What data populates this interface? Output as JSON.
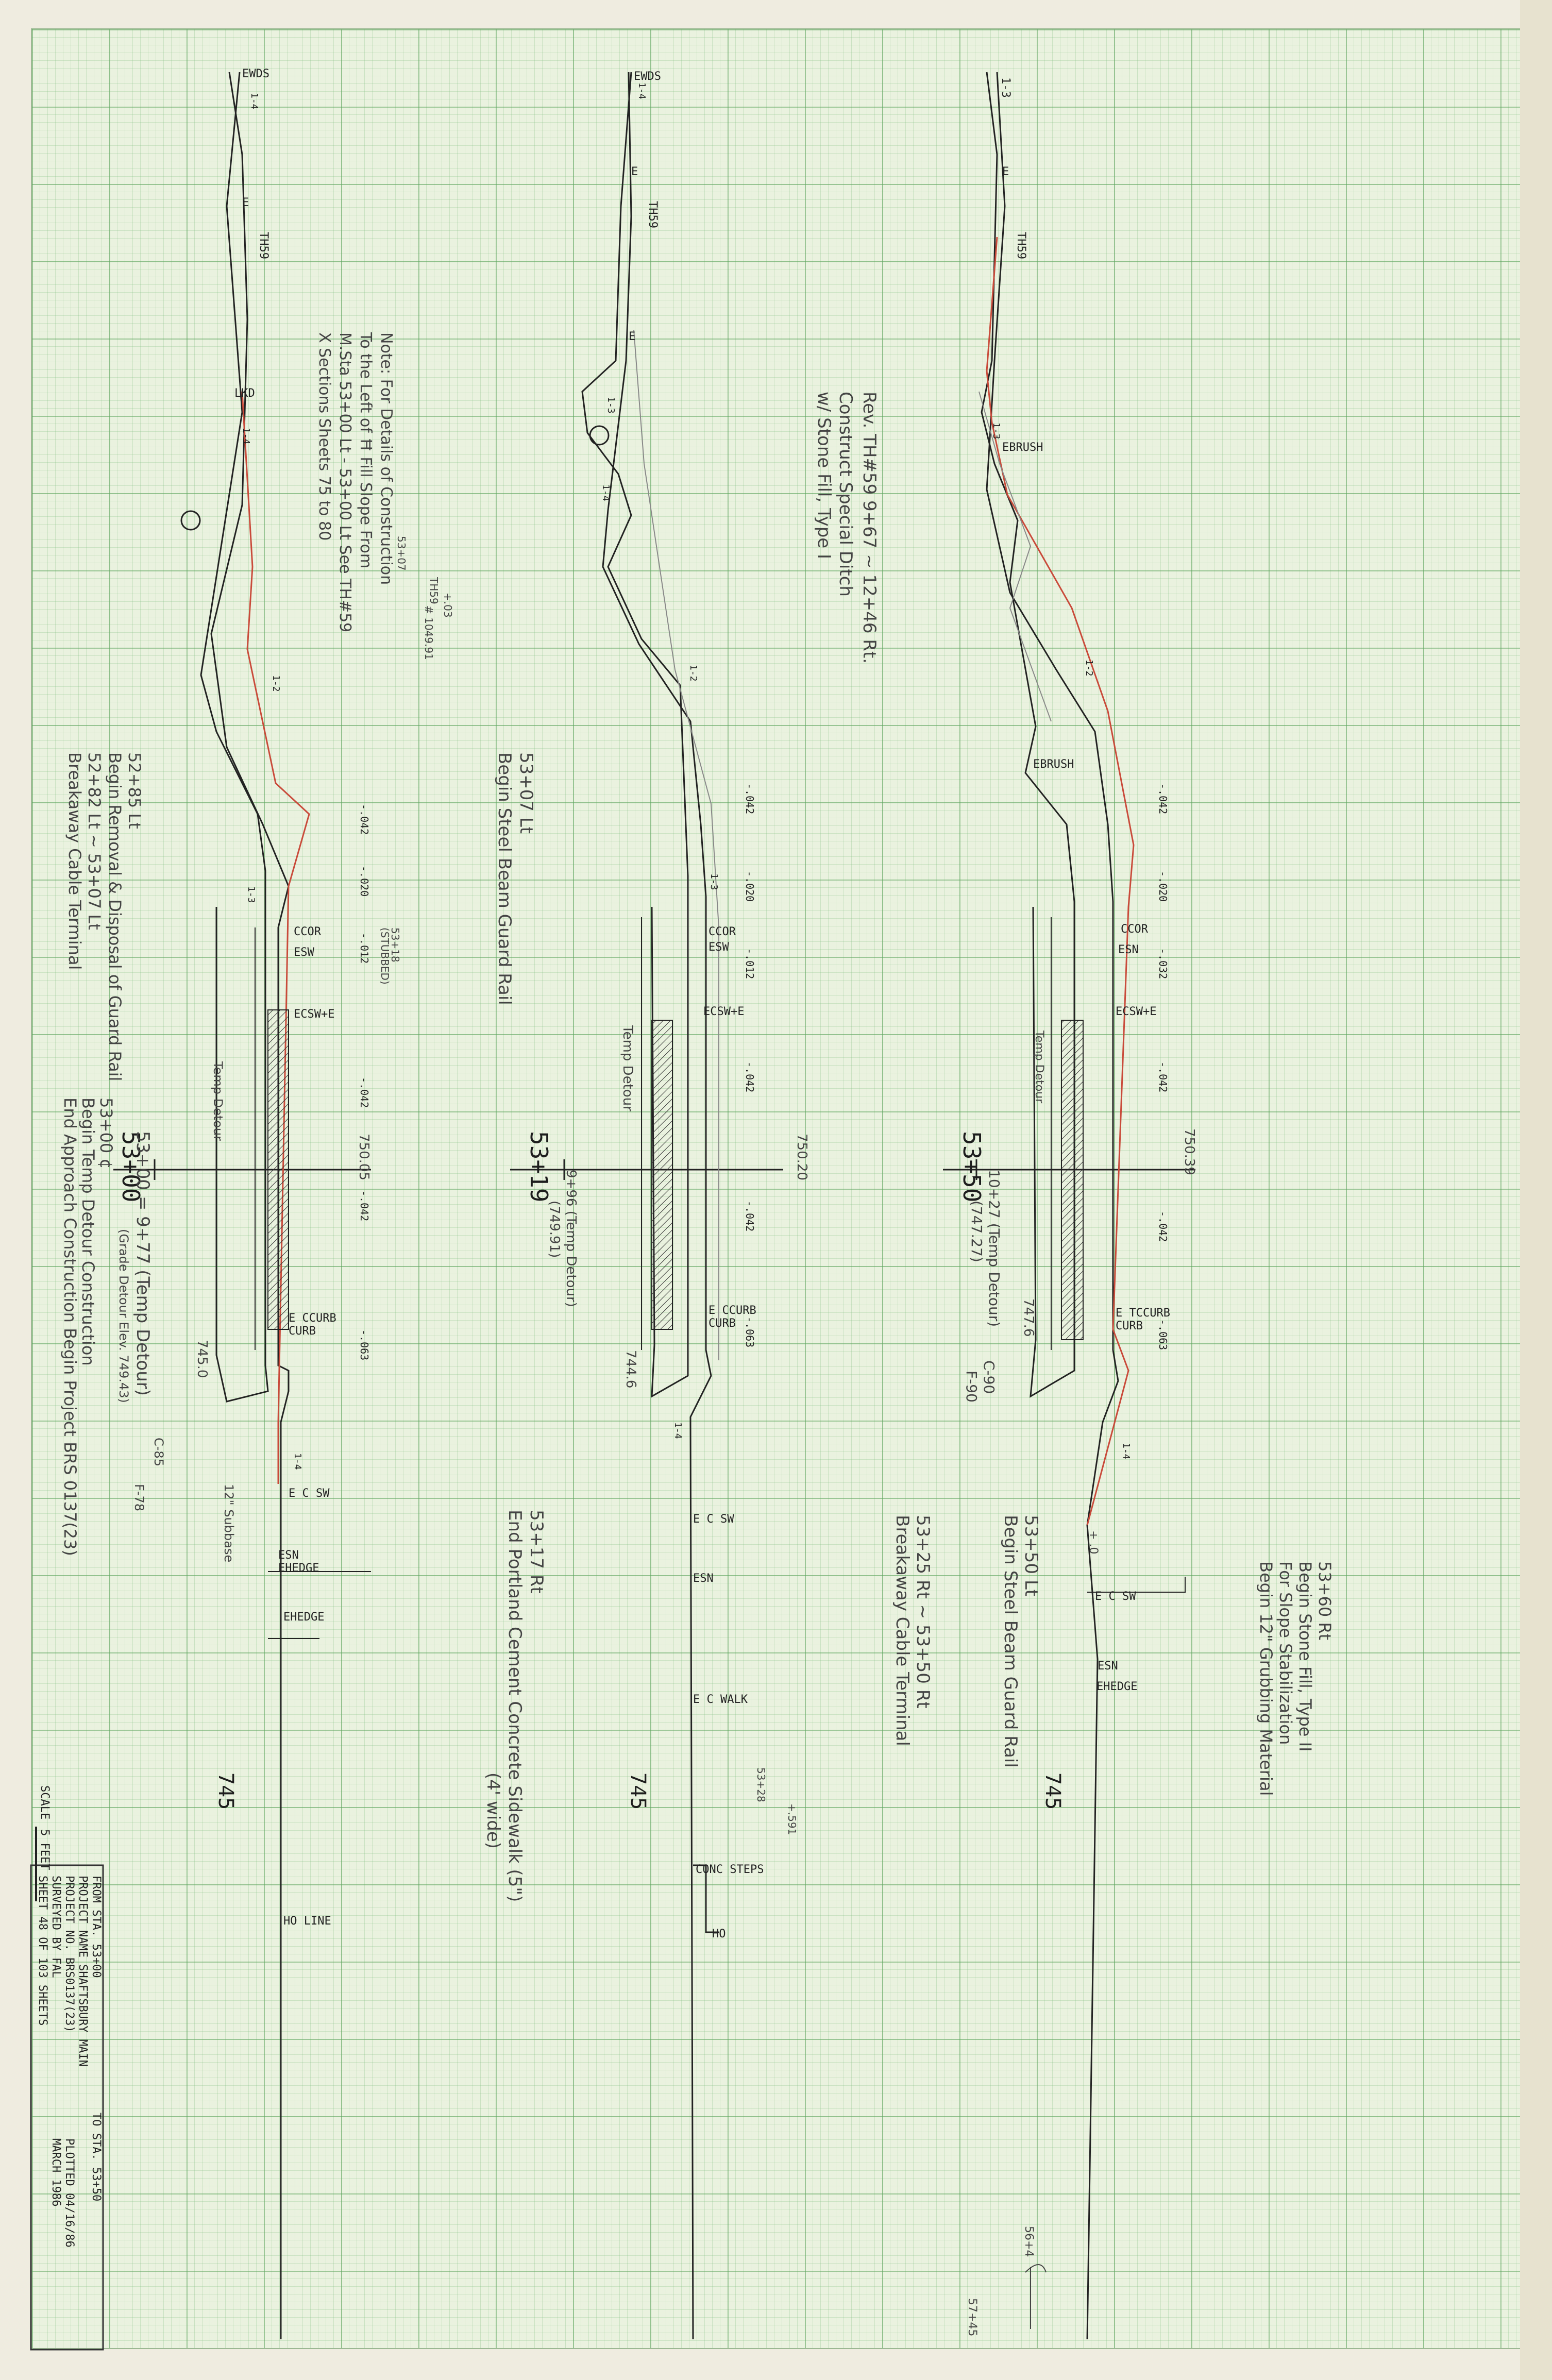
{
  "sheet": {
    "colors": {
      "paper": "#eaf2df",
      "grid": "#5fa55f",
      "ink": "#2b2b2b",
      "red": "#c94a3a"
    }
  },
  "title_block": {
    "from_sta": "FROM STA.  53+00",
    "to_sta": "TO STA.  53+50",
    "project_name": "PROJECT NAME  SHAFTSBURY MAIN",
    "project_no": "PROJECT NO.  BRS0137(23)",
    "plotted": "PLOTTED 04/16/86",
    "surveyed": "SURVEYED BY  FAL",
    "survey_date": "MARCH 1986",
    "sheet_of": "SHEET 48 OF 103 SHEETS",
    "scale_label": "SCALE",
    "scale_value": "5 FEET"
  },
  "sections": [
    {
      "station": "53+00",
      "elev": "745",
      "codes": [
        "EWDS",
        "E",
        "TH59",
        "LKD",
        "CCOR",
        "ESW",
        "ECSW+E",
        "E CCURB",
        "CURB",
        "E C SW",
        "ESN",
        "EHEDGE",
        "EHEDGE",
        "HO LINE"
      ],
      "offsets": [
        "-.042",
        "-.020",
        "-.012",
        "-.042",
        "-.042",
        "-.063"
      ],
      "slopes": [
        "1-4",
        "1-4",
        "1-2",
        "1-3",
        "1-4"
      ],
      "elev_labels": [
        "750.05",
        "745.0"
      ],
      "notes": [
        "52+85 Lt",
        "Begin Removal & Disposal of Guard Rail",
        "52+82 Lt ~ 53+07 Lt",
        "Breakaway Cable Terminal",
        "53+00 ¢",
        "Begin Temp Detour Construction",
        "End Approach Construction Begin Project BRS 0137(23)",
        "53+00 = 9+77 (Temp Detour)",
        "(Grade Detour Elev. 749.43)",
        "C-85",
        "F-78",
        "12\" Subbase",
        "Temp Detour"
      ],
      "side_note": [
        "Note:  For Details of Construction",
        "To the Left of Ħ  Fill Slope From",
        "M.Sta 53+00 Lt - 53+00 Lt  See TH#59",
        "X Sections Sheets 75 to 80"
      ],
      "misc": [
        "53+07",
        "TH59",
        "+.03",
        "# 1049.91",
        "53+18",
        "(STUBBED)"
      ]
    },
    {
      "station": "53+19",
      "elev": "745",
      "codes": [
        "EWDS",
        "E",
        "TH59",
        "E",
        "CCOR",
        "ESW",
        "ECSW+E",
        "E CCURB",
        "CURB",
        "E C SW",
        "ESN",
        "E C WALK",
        "CONC STEPS",
        "HO"
      ],
      "offsets": [
        "-.042",
        "-.020",
        "-.012",
        "-.042",
        "-.042",
        "-.063"
      ],
      "slopes": [
        "1-4",
        "1-3",
        "1-4",
        "1-2",
        "1-3",
        "1-4"
      ],
      "elev_labels": [
        "750.20",
        "744.6"
      ],
      "notes": [
        "53+07 Lt",
        "Begin Steel Beam Guard Rail",
        "53+17 Rt",
        "End Portland Cement Concrete Sidewalk (5\")",
        "(4' wide)",
        "9+96 (Temp Detour)",
        "(749.91)",
        "Temp Detour"
      ],
      "misc": [
        "53+28",
        "+.591"
      ]
    },
    {
      "station": "53+50",
      "elev": "745",
      "codes": [
        "1-3",
        "E",
        "TH59",
        "EBRUSH",
        "EBRUSH",
        "CCOR",
        "ESN",
        "ECSW+E",
        "E TCCURB",
        "CURB",
        "E C SW",
        "ESN",
        "EHEDGE"
      ],
      "offsets": [
        "-.042",
        "-.020",
        "-.032",
        "-.042",
        "-.042",
        "-.063"
      ],
      "slopes": [
        "1-3",
        "1-2",
        "1-4"
      ],
      "elev_labels": [
        "750.39",
        "747.6"
      ],
      "notes": [
        "Rev. TH#59 9+67 ~ 12+46 Rt.",
        "Construct Special Ditch",
        "w/ Stone Fill, Type I",
        "10+27 (Temp Detour)",
        "(747.27)",
        "C-90",
        "F-90",
        "53+50 Lt",
        "Begin Steel Beam Guard Rail",
        "53+25 Rt ~ 53+50 Rt",
        "Breakaway Cable Terminal",
        "53+60 Rt",
        "Begin Stone Fill, Type II",
        "For Slope Stabilization",
        "Begin 12\" Grubbing Material",
        "Temp Detour"
      ],
      "misc": [
        "56+4",
        "57+45",
        "+ .0"
      ]
    }
  ]
}
